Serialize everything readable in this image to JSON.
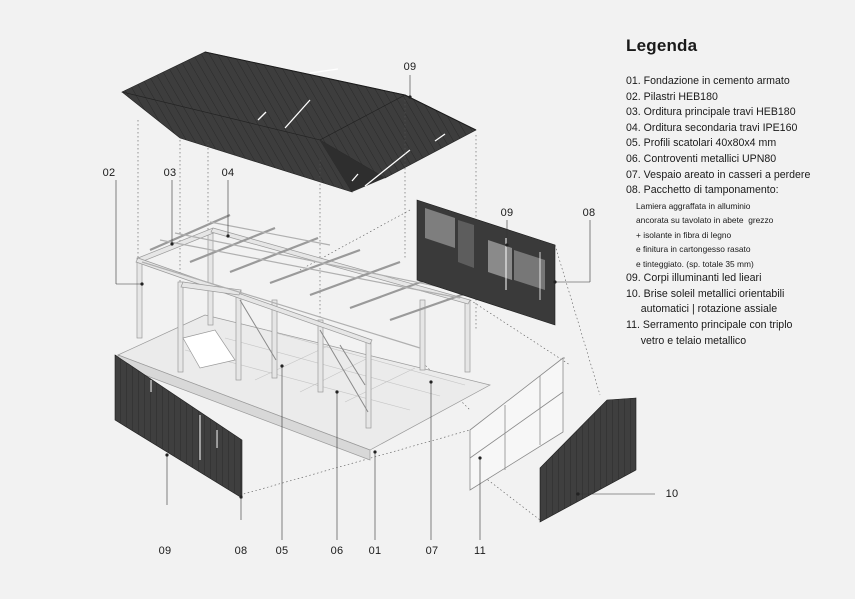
{
  "legend": {
    "title": "Legenda",
    "items": [
      "01. Fondazione in cemento armato",
      "02. Pilastri HEB180",
      "03. Orditura principale travi HEB180",
      "04. Orditura secondaria travi IPE160",
      "05. Profili scatolari 40x80x4 mm",
      "06. Controventi metallici UPN80",
      "07. Vespaio areato in casseri a perdere",
      "08. Pacchetto di tamponamento:"
    ],
    "sub_items": [
      "Lamiera aggraffata in alluminio",
      "ancorata su tavolato in abete  grezzo",
      "+ isolante in fibra di legno",
      "e finitura in cartongesso rasato",
      "e tinteggiato. (sp. totale 35 mm)"
    ],
    "items_after": [
      "09. Corpi illuminanti led lieari",
      "10. Brise soleil metallici orientabili",
      "     automatici | rotazione assiale",
      "11. Serramento principale con triplo",
      "     vetro e telaio metallico"
    ]
  },
  "callouts": {
    "roof_09": "09",
    "left_02": "02",
    "left_03": "03",
    "left_04": "04",
    "panel_09": "09",
    "panel_08": "08",
    "right_10": "10",
    "bottom": [
      "09",
      "08",
      "05",
      "06",
      "01",
      "07",
      "11"
    ]
  },
  "colors": {
    "background": "#f2f2f2",
    "cladding": "#3d3d3d",
    "structure": "#cfcfcf",
    "text": "#1a1a1a"
  }
}
